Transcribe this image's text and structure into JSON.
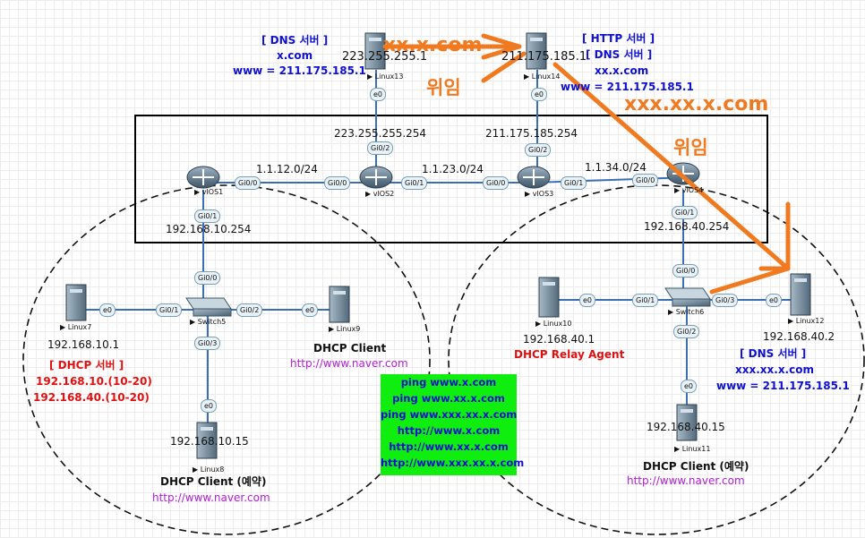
{
  "nodes": {
    "linux13": {
      "name": "Linux13",
      "ip": "223.255.255.1"
    },
    "linux14": {
      "name": "Linux14",
      "ip": "211.175.185.1"
    },
    "vios1": {
      "name": "vIOS1",
      "ip": "192.168.10.254"
    },
    "vios2": {
      "name": "vIOS2",
      "ip": "223.255.255.254"
    },
    "vios3": {
      "name": "vIOS3",
      "ip": "211.175.185.254"
    },
    "vios4": {
      "name": "vIOS4",
      "ip": "192.168.40.254"
    },
    "switch5": {
      "name": "Switch5"
    },
    "switch6": {
      "name": "Switch6"
    },
    "linux7": {
      "name": "Linux7",
      "ip": "192.168.10.1"
    },
    "linux8": {
      "name": "Linux8",
      "ip": "192.168.10.15"
    },
    "linux9": {
      "name": "Linux9"
    },
    "linux10": {
      "name": "Linux10",
      "ip": "192.168.40.1"
    },
    "linux11": {
      "name": "Linux11",
      "ip": "192.168.40.15"
    },
    "linux12": {
      "name": "Linux12",
      "ip": "192.168.40.2"
    }
  },
  "networks": {
    "n12": "1.1.12.0/24",
    "n23": "1.1.23.0/24",
    "n34": "1.1.34.0/24"
  },
  "ports": {
    "e0": "e0",
    "gi00": "Gi0/0",
    "gi01": "Gi0/1",
    "gi02": "Gi0/2",
    "gi03": "Gi0/3"
  },
  "notes": {
    "linux13_role": "[ DNS 서버 ]",
    "linux13_domain": "x.com",
    "linux13_www": "www = 211.175.185.1",
    "linux14_role1": "[ HTTP 서버 ]",
    "linux14_role2": "[ DNS 서버 ]",
    "linux14_domain": "xx.x.com",
    "linux14_www": "www = 211.175.185.1",
    "linux7_role": "[ DHCP 서버 ]",
    "linux7_pool1": "192.168.10.(10-20)",
    "linux7_pool2": "192.168.40.(10-20)",
    "linux9_role": "DHCP Client",
    "linux9_url": "http://www.naver.com",
    "linux8_role": "DHCP Client (예약)",
    "linux8_url": "http://www.naver.com",
    "linux10_role": "DHCP Relay Agent",
    "linux11_role": "DHCP Client (예약)",
    "linux11_url": "http://www.naver.com",
    "linux12_role": "[ DNS 서버 ]",
    "linux12_domain": "xxx.xx.x.com",
    "linux12_www": "www = 211.175.185.1"
  },
  "delegation": {
    "zone1": "xx.x.com",
    "zone2": "xxx.xx.x.com",
    "label": "위임"
  },
  "tests": [
    "ping www.x.com",
    "ping www.xx.x.com",
    "ping www.xxx.xx.x.com",
    "http://www.x.com",
    "http://www.xx.x.com",
    "http://www.xxx.xx.x.com"
  ],
  "colors": {
    "accent_orange": "#f07a20",
    "dns_blue": "#1010d0",
    "dhcp_red": "#e01010",
    "url_purple": "#b020d0",
    "test_green": "#10ee10"
  }
}
